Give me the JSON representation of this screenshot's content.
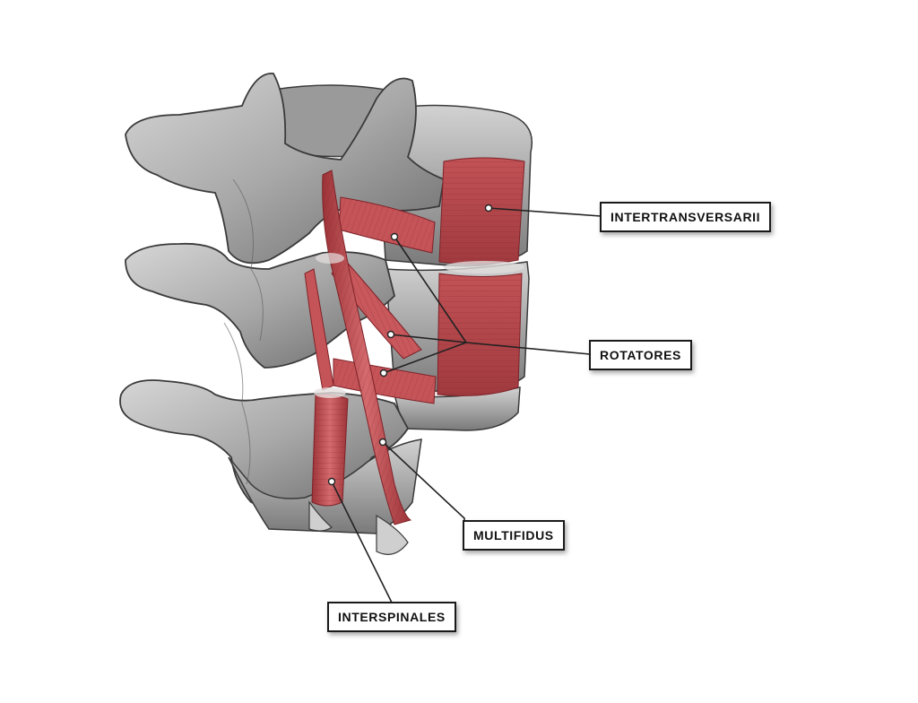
{
  "labels": {
    "intertransversarii": "INTERTRANSVERSARII",
    "rotatores": "ROTATORES",
    "multifidus": "MULTIFIDUS",
    "interspinales": "INTERSPINALES"
  },
  "colors": {
    "background": "#ffffff",
    "bone": "#b8b8b8",
    "bone_shadow": "#6f6f6f",
    "muscle": "#c9585c",
    "muscle_dark": "#8e2e34",
    "leader_line": "#222222",
    "label_border": "#1a1a1a"
  }
}
